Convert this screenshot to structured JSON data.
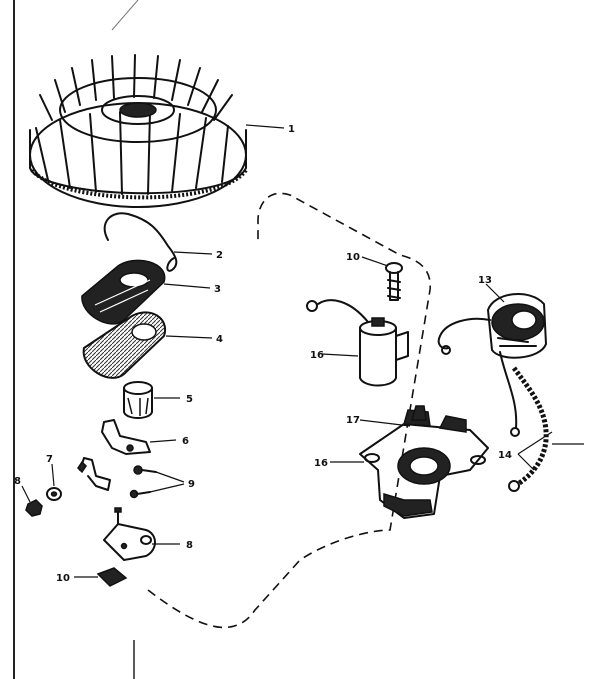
{
  "callouts": {
    "flywheel": "1",
    "spring": "2",
    "cover": "3",
    "gasket": "4",
    "cam": "5",
    "breaker_arm": "6",
    "washer": "7",
    "nut": "8",
    "screws": "9",
    "pivot_plate": "8",
    "felt": "10",
    "condenser_screw": "10",
    "condenser": "16",
    "clip": "17",
    "armature_plate": "16",
    "coil": "13",
    "lead_wires": "14"
  }
}
